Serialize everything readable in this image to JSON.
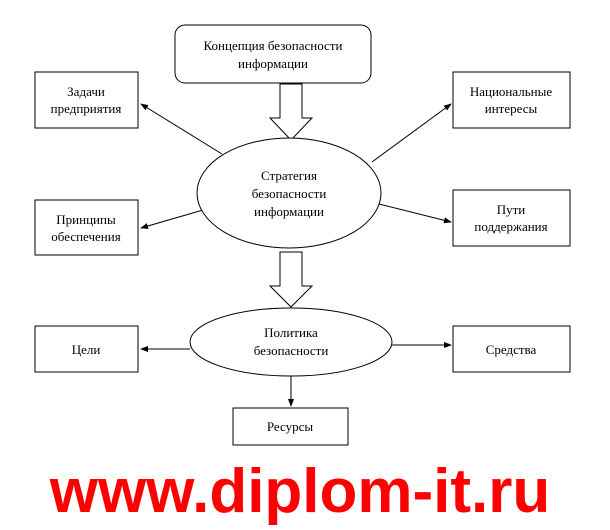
{
  "diagram": {
    "concept": [
      "Концепция безопасности",
      "информации"
    ],
    "strategy": [
      "Стратегия",
      "безопасности",
      "информации"
    ],
    "policy": [
      "Политика",
      "безопасности"
    ],
    "tasks": [
      "Задачи",
      "предприятия"
    ],
    "interests": [
      "Национальные",
      "интересы"
    ],
    "principles": [
      "Принципы",
      "обеспечения"
    ],
    "ways": [
      "Пути",
      "поддержания"
    ],
    "goals": "Цели",
    "means": "Средства",
    "resources": "Ресурсы"
  },
  "watermark": "www.diplom-it.ru"
}
